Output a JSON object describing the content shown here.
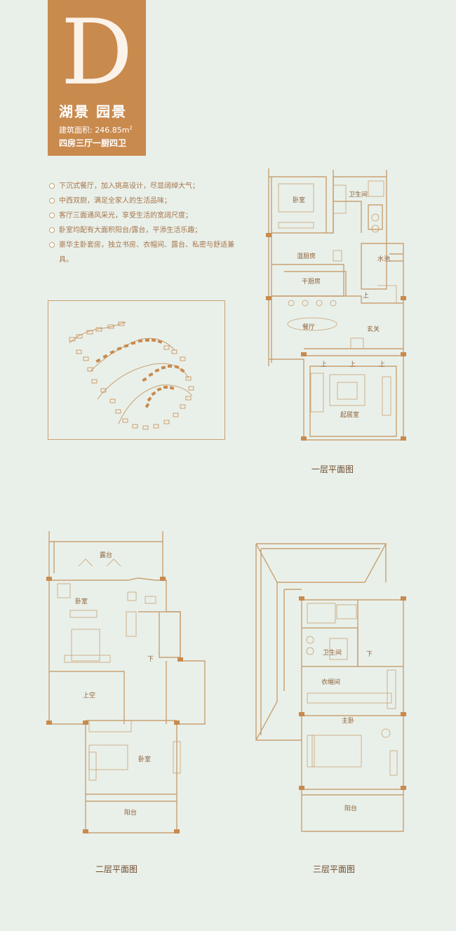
{
  "header": {
    "letter": "D",
    "subtitle": "湖景 园景",
    "area_label": "建筑面积: 246.85m",
    "area_sup": "2",
    "rooms": "四房三厅一厨四卫"
  },
  "features": [
    "下沉式餐厅，加入挑高设计，尽显阔绰大气；",
    "中西双厨，满足全家人的生活品味；",
    "客厅三面通风采光，享受生活的宽阔尺度；",
    "卧室均配有大面积阳台/露台，平添生活乐趣；",
    "豪华主卧套房，独立书房、衣帽间、露台、私密与舒适兼具。"
  ],
  "floor1": {
    "caption": "一层平面图",
    "rooms": {
      "bedroom": "卧室",
      "bathroom": "卫生间",
      "wet_kitchen": "湿厨房",
      "pond": "水池",
      "dry_kitchen": "干厨房",
      "dining": "餐厅",
      "foyer": "玄关",
      "living": "起居室"
    },
    "up_label": "上"
  },
  "floor2": {
    "caption": "二层平面图",
    "rooms": {
      "terrace": "露台",
      "bedroom1": "卧室",
      "void": "上空",
      "bedroom2": "卧室",
      "balcony": "阳台"
    },
    "down_label": "下"
  },
  "floor3": {
    "caption": "三层平面图",
    "rooms": {
      "bathroom": "卫生间",
      "closet": "衣帽间",
      "master": "主卧",
      "balcony": "阳台"
    },
    "down_label": "下"
  },
  "colors": {
    "card_bg": "#c98a4e",
    "line": "#c9a172",
    "text": "#a7754a",
    "background": "#e9f0ea"
  }
}
